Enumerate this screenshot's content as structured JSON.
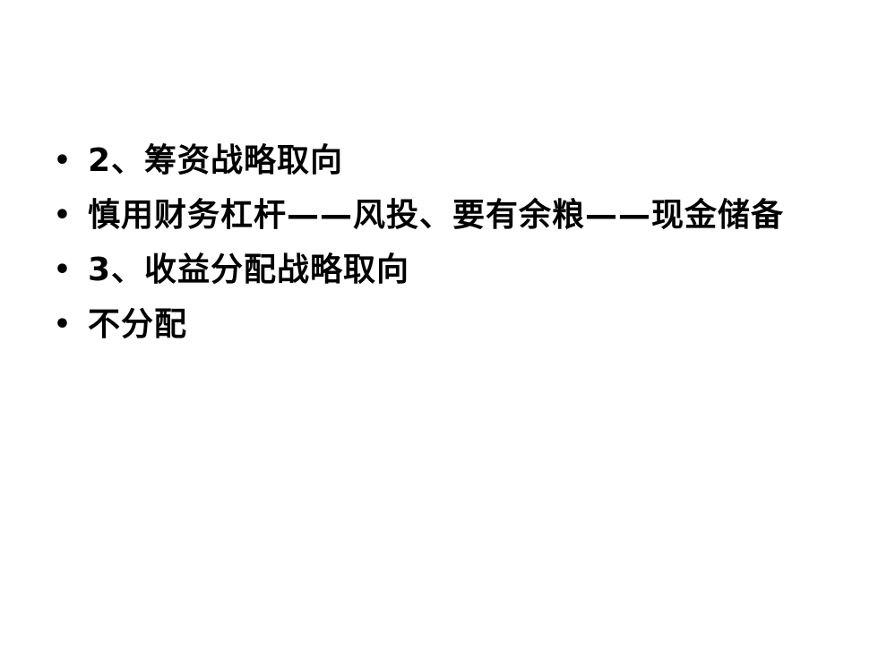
{
  "slide": {
    "bullet_symbol": "•",
    "items": [
      {
        "text": "2、筹资战略取向"
      },
      {
        "text": "慎用财务杠杆——风投、要有余粮——现金储备"
      },
      {
        "text": "3、收益分配战略取向"
      },
      {
        "text": "不分配"
      }
    ]
  }
}
